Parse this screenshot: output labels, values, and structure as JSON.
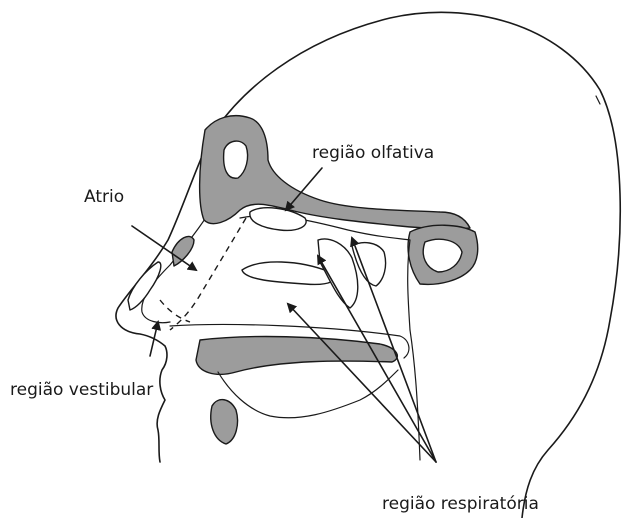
{
  "labels": {
    "olfactory": "região olfativa",
    "atrium": "Atrio",
    "vestibular": "região vestibular",
    "respiratory": "região respiratória"
  },
  "colors": {
    "bone": "#9c9c9c",
    "line": "#1a1a1a",
    "background": "#ffffff"
  }
}
